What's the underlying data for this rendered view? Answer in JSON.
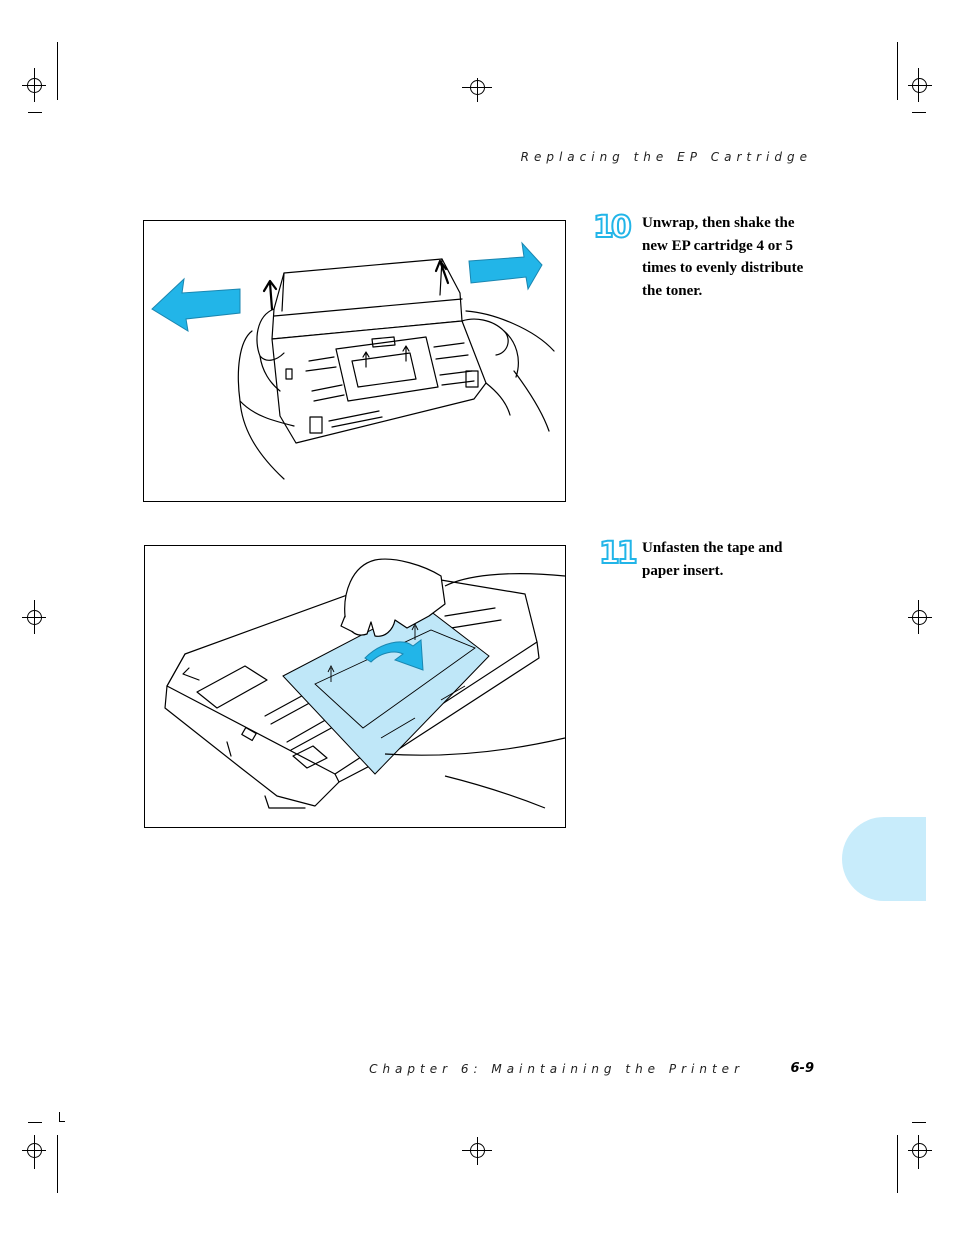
{
  "header": {
    "running_title": "Replacing the EP Cartridge"
  },
  "steps": [
    {
      "number": "10",
      "text": "Unwrap, then shake the new EP cartridge 4 or 5 times to evenly distribute the toner."
    },
    {
      "number": "11",
      "text": "Unfasten the tape and paper insert."
    }
  ],
  "footer": {
    "chapter": "Chapter 6: Maintaining the Printer",
    "page": "6-9"
  },
  "colors": {
    "accent": "#22b5e8",
    "tab": "#c8ecfb",
    "tape": "#bfe7f8"
  }
}
